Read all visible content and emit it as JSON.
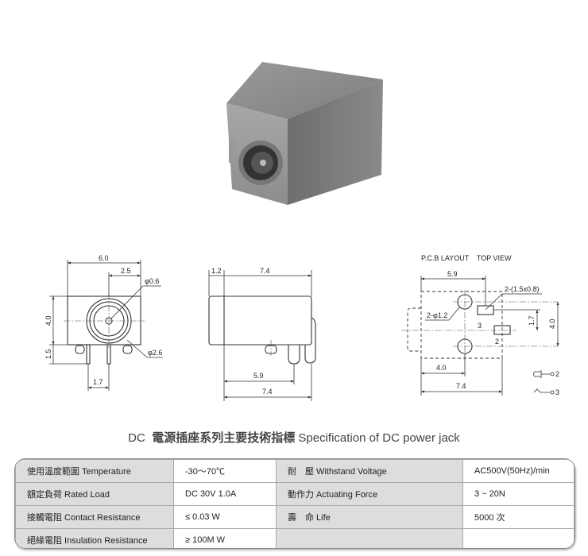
{
  "drawing": {
    "front": {
      "width": "6.0",
      "offset": "2.5",
      "pin_dia": "φ0.6",
      "height": "4.0",
      "pin_len": "1.5",
      "pitch": "1.7",
      "hole_dia": "φ2.6"
    },
    "side": {
      "lip": "1.2",
      "length": "7.4",
      "pin_pos": "5.9",
      "total": "7.4"
    },
    "pcb": {
      "title": "P.C.B LAYOUT    TOP VIEW",
      "d59": "5.9",
      "pads": "2-(1.5x0.8)",
      "holes": "2-φ1.2",
      "d17": "1.7",
      "d40v": "4.0",
      "d40h": "4.0",
      "d74": "7.4",
      "pad3": "3",
      "pad2": "2",
      "legend2": "2",
      "legend3": "3"
    }
  },
  "title": {
    "prefix": "DC",
    "cn": "電源插座系列主要技術指標",
    "en": "Specification of DC power jack"
  },
  "spec": [
    [
      "使用溫度範圍 Temperature",
      "-30～70℃",
      "耐　壓 Withstand Voltage",
      "AC500V(50Hz)/min"
    ],
    [
      "額定負荷 Rated Load",
      "DC 30V 1.0A",
      "動作力 Actuating Force",
      "3 ~ 20N"
    ],
    [
      "接觸電阻 Contact Resistance",
      "≤ 0.03 W",
      "壽　命 Life",
      "5000 次"
    ],
    [
      "絕緣電阻 Insulation Resistance",
      "≥ 100M W",
      "",
      ""
    ]
  ]
}
